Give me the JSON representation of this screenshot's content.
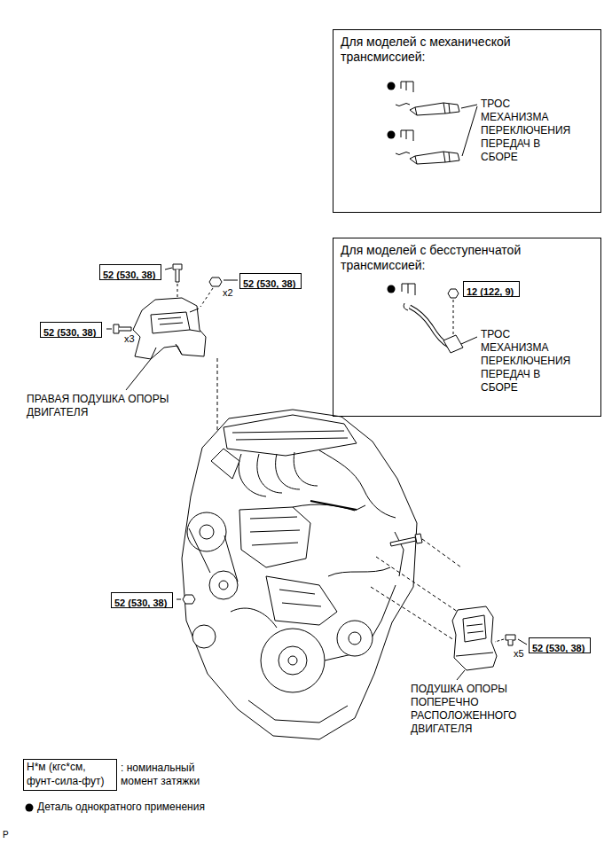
{
  "diagram": {
    "nodes": [
      {
        "text": [
          "Для моделей с механической трансмиссией:"
        ]
      },
      {
        "text": [
          "Для моделей с бесступенчатой трансмиссией:"
        ]
      },
      {
        "text": [
          "12 (122, 9)"
        ],
        "in": 1
      },
      {
        "text": [
          "52 (530, 38)"
        ]
      },
      {
        "text": [
          "52 (530, 38)"
        ]
      },
      {
        "text": [
          "52 (530, 38)"
        ]
      },
      {
        "text": [
          "52 (530, 38)"
        ]
      },
      {
        "text": [
          "52 (530, 38)"
        ]
      },
      {
        "text": [
          "Н*м (кгс*см, фунт-сила-фут)"
        ]
      }
    ],
    "labels": [
      "ТРОС МЕХАНИЗМА ПЕРЕКЛЮЧЕНИЯ ПЕРЕДАЧ В СБОРЕ",
      "x2",
      "x3",
      "ТРОС МЕХАНИЗМА ПЕРЕКЛЮЧЕНИЯ ПЕРЕДАЧ В СБОРЕ",
      "ПРАВАЯ ПОДУШКА ОПОРЫ ДВИГАТЕЛЯ",
      "x5",
      "ПОДУШКА ОПОРЫ ПОПЕРЕЧНО РАСПОЛОЖЕННОГО ДВИГАТЕЛЯ",
      ": номинальный момент затяжки",
      "P"
    ],
    "legend": [
      {
        "text": "Деталь однократного применения"
      }
    ]
  }
}
